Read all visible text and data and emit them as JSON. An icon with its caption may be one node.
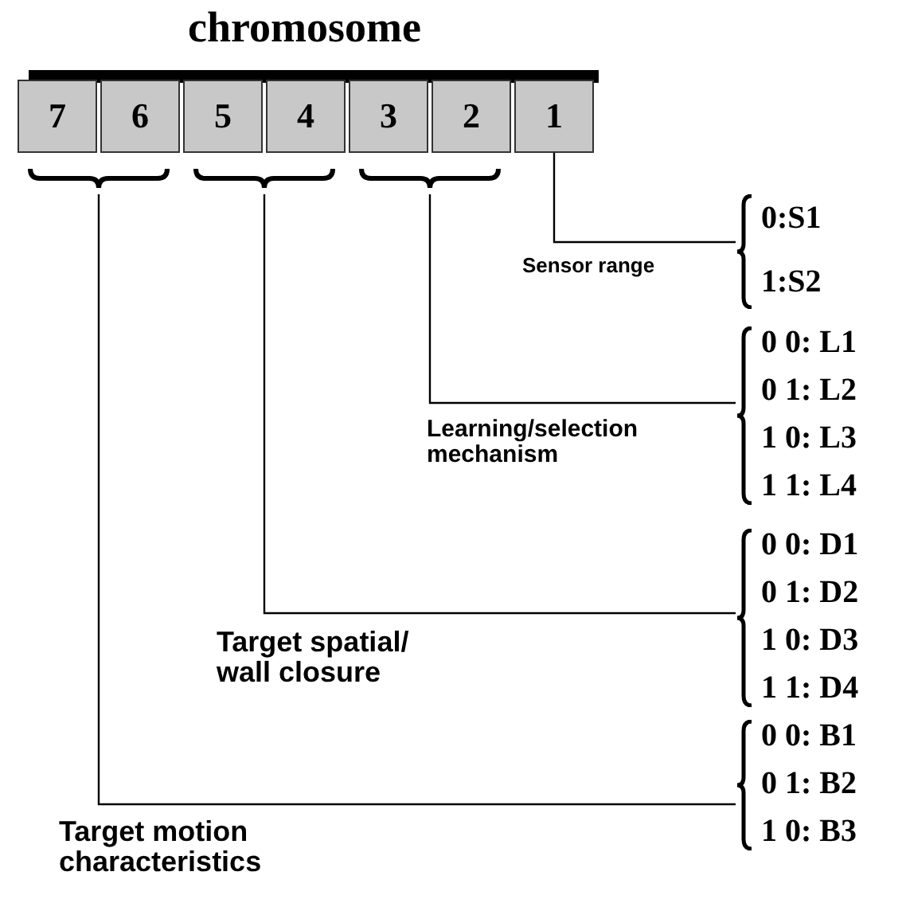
{
  "diagram": {
    "title": "chromosome",
    "nodes": [
      {
        "text": [
          "7"
        ]
      },
      {
        "text": [
          "6"
        ]
      },
      {
        "text": [
          "5"
        ]
      },
      {
        "text": [
          "4"
        ]
      },
      {
        "text": [
          "3"
        ]
      },
      {
        "text": [
          "2"
        ]
      },
      {
        "text": [
          "1"
        ]
      },
      {
        "text": [
          "0:S1",
          "1:S2"
        ]
      },
      {
        "text": [
          "0 0: L1",
          "0 1: L2",
          "1 0: L3",
          "1 1: L4"
        ]
      },
      {
        "text": [
          "0 0: D1",
          "0 1: D2",
          "1 0: D3",
          "1 1: D4"
        ]
      },
      {
        "text": [
          "0 0: B1",
          "0 1: B2",
          "1 0: B3"
        ]
      }
    ],
    "edges": [
      {
        "from": 6,
        "to": 7,
        "arrow": "none",
        "label": "Sensor range"
      },
      {
        "from": 4,
        "to": 8,
        "arrow": "none",
        "label": "Learning/selection mechanism"
      },
      {
        "from": 5,
        "to": 8,
        "arrow": "none"
      },
      {
        "from": 2,
        "to": 9,
        "arrow": "none",
        "label": "Target spatial/ wall closure"
      },
      {
        "from": 3,
        "to": 9,
        "arrow": "none"
      },
      {
        "from": 0,
        "to": 10,
        "arrow": "none",
        "label": "Target motion characteristics"
      },
      {
        "from": 1,
        "to": 10,
        "arrow": "none"
      }
    ]
  }
}
